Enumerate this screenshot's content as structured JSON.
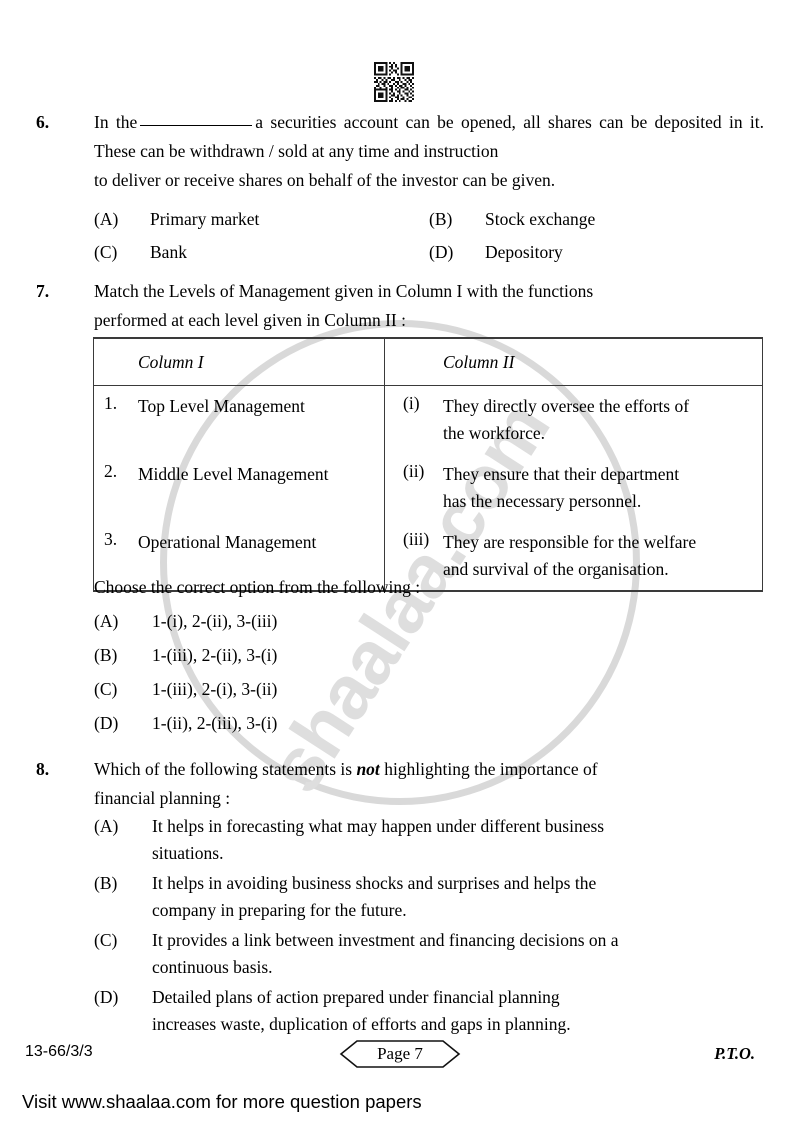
{
  "page": {
    "qr_icon": "qr-code-icon"
  },
  "questions": [
    {
      "number": "6.",
      "stem_before_blank": "In the",
      "stem_after_blank": "a securities account can be opened, all shares can be deposited in it. These can be withdrawn / sold at any time and instruction",
      "stem_last_line": "to deliver or receive shares on behalf of the investor can be given.",
      "options": [
        {
          "label": "(A)",
          "text": "Primary market"
        },
        {
          "label": "(B)",
          "text": "Stock exchange"
        },
        {
          "label": "(C)",
          "text": "Bank"
        },
        {
          "label": "(D)",
          "text": "Depository"
        }
      ]
    },
    {
      "number": "7.",
      "stem_line1": "Match the Levels of Management given in Column I with the functions",
      "stem_line2": "performed at each level given in Column II :",
      "table": {
        "headers": [
          "Column I",
          "Column II"
        ],
        "rows": [
          {
            "left_index": "1.",
            "left_text": "Top Level Management",
            "right_index": "(i)",
            "right_text": "They directly oversee the efforts of",
            "right_tail": "the workforce."
          },
          {
            "left_index": "2.",
            "left_text": "Middle Level Management",
            "right_index": "(ii)",
            "right_text": "They ensure that their department",
            "right_tail": "has the necessary personnel."
          },
          {
            "left_index": "3.",
            "left_text": "Operational Management",
            "right_index": "(iii)",
            "right_text": "They are responsible for the welfare",
            "right_tail": "and survival of the organisation."
          }
        ]
      },
      "lead_in": "Choose the correct option from the following :",
      "options": [
        {
          "label": "(A)",
          "text": "1-(i),  2-(ii),  3-(iii)"
        },
        {
          "label": "(B)",
          "text": "1-(iii),  2-(ii),  3-(i)"
        },
        {
          "label": "(C)",
          "text": "1-(iii),  2-(i),  3-(ii)"
        },
        {
          "label": "(D)",
          "text": "1-(ii),  2-(iii),  3-(i)"
        }
      ]
    },
    {
      "number": "8.",
      "stem_part1": "Which of the following statements is",
      "stem_emphasis": "not",
      "stem_part2": "highlighting the importance of",
      "stem_last_line": "financial planning :",
      "options": [
        {
          "label": "(A)",
          "text": "It helps in forecasting what may happen under different business",
          "tail": "situations."
        },
        {
          "label": "(B)",
          "text": "It helps in avoiding business shocks and surprises and helps the",
          "tail": "company in preparing for the future."
        },
        {
          "label": "(C)",
          "text": "It provides a link between investment and financing decisions on a",
          "tail": "continuous basis."
        },
        {
          "label": "(D)",
          "text": "Detailed plans of action prepared under financial planning",
          "tail": "increases waste, duplication of efforts and gaps in planning."
        }
      ]
    }
  ],
  "footer": {
    "paper_code": "13-66/3/3",
    "page_label": "Page 7",
    "pto": "P.T.O.",
    "visit_line": "Visit www.shaalaa.com for more question papers"
  },
  "watermark": {
    "text": "shaalaa.com",
    "color": "#dedede"
  }
}
